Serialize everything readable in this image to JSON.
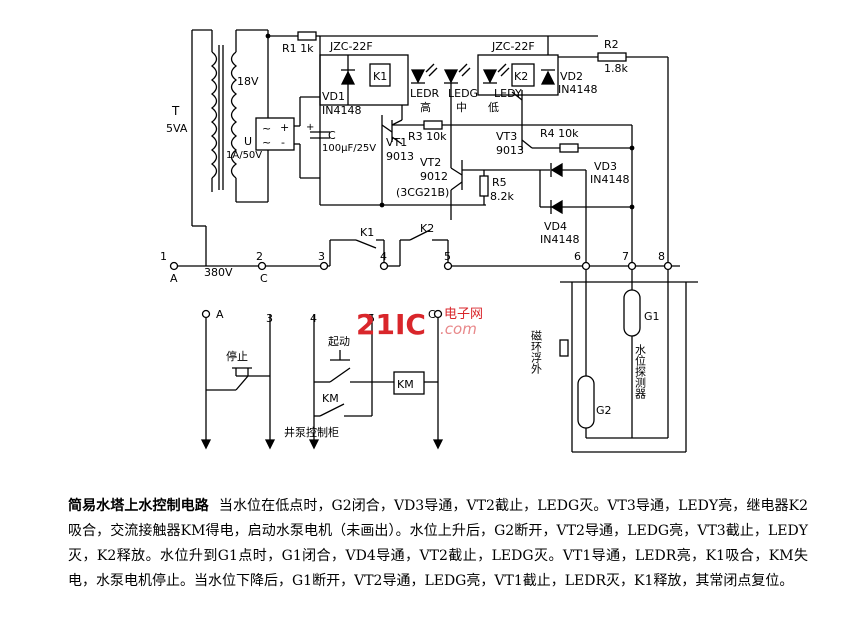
{
  "labels": {
    "transformer_ref": "T",
    "transformer_rating": "5VA",
    "secondary_voltage": "18V",
    "bridge_ref": "U",
    "bridge_rating": "1A/50V",
    "r1": "R1 1k",
    "k1_type": "JZC-22F",
    "k2_type": "JZC-22F",
    "k1": "K1",
    "k2": "K2",
    "r2": "R2",
    "r2_value": "1.8k",
    "vd1": "VD1",
    "vd1_part": "IN4148",
    "vd2": "VD2",
    "vd2_part": "IN4148",
    "ledr": "LEDR",
    "ledg": "LEDG",
    "ledy": "LEDY",
    "level_high": "高",
    "level_mid": "中",
    "level_low": "低",
    "cap": "C",
    "cap_value": "100μF/25V",
    "vt1": "VT1",
    "vt1_part": "9013",
    "r3": "R3 10k",
    "vt3": "VT3",
    "vt3_part": "9013",
    "r4": "R4 10k",
    "vt2": "VT2",
    "vt2_part": "9012",
    "vt2_alt": "(3CG21B)",
    "r5": "R5",
    "r5_value": "8.2k",
    "vd3": "VD3",
    "vd3_part": "IN4148",
    "vd4": "VD4",
    "vd4_part": "IN4148",
    "contact_k1": "K1",
    "contact_k2": "K2",
    "node_1": "1",
    "node_2": "2",
    "node_3": "3",
    "node_4": "4",
    "node_5": "5",
    "node_6": "6",
    "node_7": "7",
    "node_8": "8",
    "node_a": "A",
    "node_c": "C",
    "mains_voltage": "380V",
    "stop": "停止",
    "start": "起动",
    "km": "KM",
    "km_coil": "KM",
    "cabinet": "井泵控制柜",
    "float_ring": "磁环浮外",
    "g1": "G1",
    "g2": "G2",
    "probe": "水位探测器",
    "watermark_num": "21IC",
    "watermark_cn": "电子网",
    "watermark_url": ".com"
  },
  "caption": {
    "title": "简易水塔上水控制电路",
    "body": "当水位在低点时，G2闭合，VD3导通，VT2截止，LEDG灭。VT3导通，LEDY亮，继电器K2吸合，交流接触器KM得电，启动水泵电机（未画出）。水位上升后，G2断开，VT2导通，LEDG亮，VT3截止，LEDY灭，K2释放。水位升到G1点时，G1闭合，VD4导通，VT2截止，LEDG灭。VT1导通，LEDR亮，K1吸合，KM失电，水泵电机停止。当水位下降后，G1断开，VT2导通，LEDG亮，VT1截止，LEDR灭，K1释放，其常闭点复位。"
  },
  "colors": {
    "watermark": "#d9262b",
    "watermark_light": "#e8888a"
  }
}
